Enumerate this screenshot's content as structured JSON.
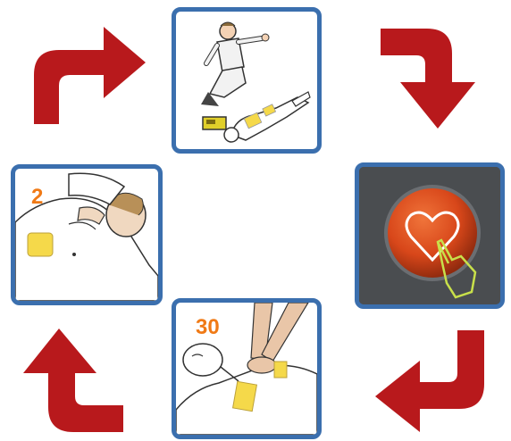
{
  "diagram": {
    "steps": [
      {
        "id": "check-and-call",
        "icon": "rescuer-calling-help-icon"
      },
      {
        "id": "press-shock-button",
        "icon": "aed-heart-button-icon"
      },
      {
        "id": "chest-compressions",
        "icon": "chest-compression-icon",
        "count": "30"
      },
      {
        "id": "rescue-breaths",
        "icon": "rescue-breath-icon",
        "count": "2"
      }
    ],
    "arrow_color": "#b8191c",
    "frame_color": "#3b6fae",
    "pad_color": "#f5d94a",
    "number_color": "#f07a16"
  }
}
